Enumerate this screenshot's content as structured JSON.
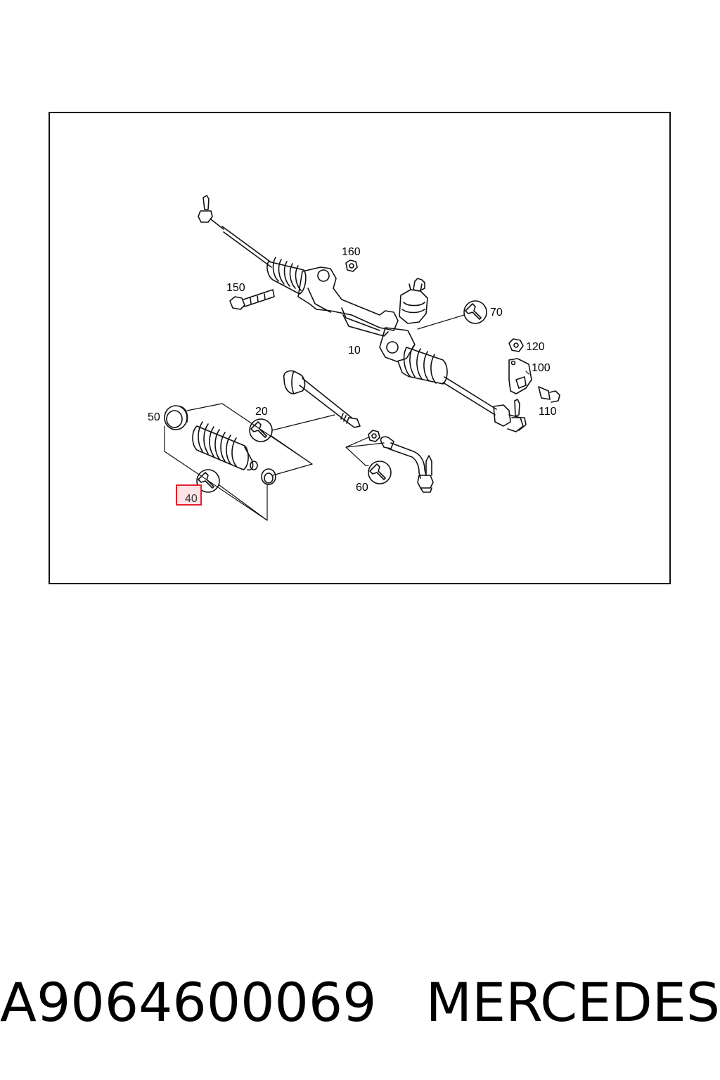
{
  "diagram": {
    "labels": {
      "p10": "10",
      "p20": "20",
      "p40": "40",
      "p50": "50",
      "p60": "60",
      "p70": "70",
      "p100": "100",
      "p110": "110",
      "p120": "120",
      "p150": "150",
      "p160": "160"
    },
    "highlighted_part": "40",
    "highlight_color": "#e5202a"
  },
  "caption": {
    "part_number": "A9064600069",
    "brand": "MERCEDES"
  }
}
